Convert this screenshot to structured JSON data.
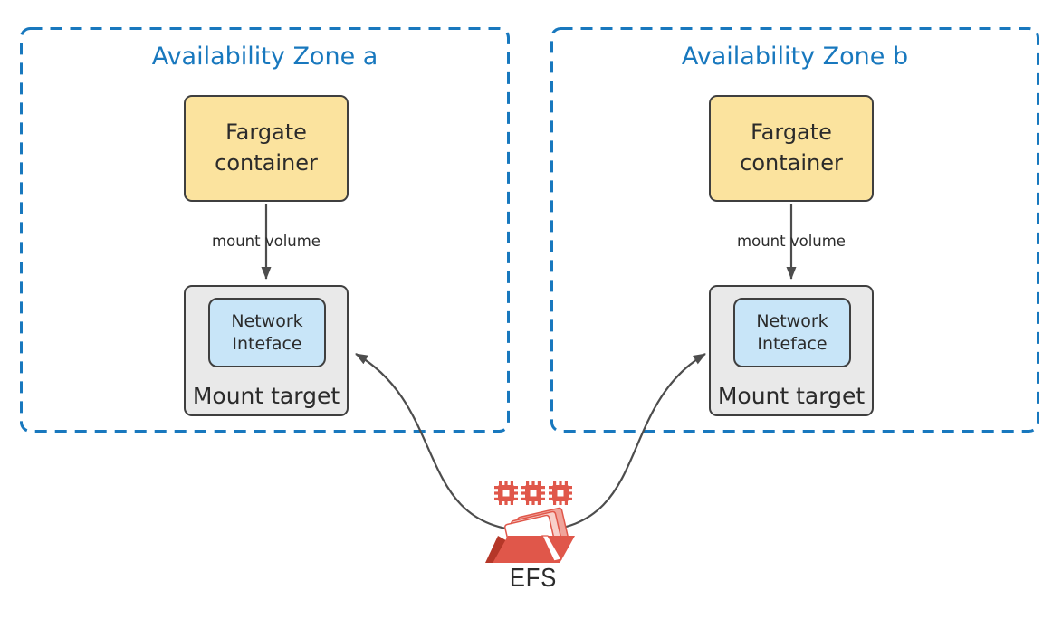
{
  "zones": [
    {
      "title": "Availability Zone a",
      "fargate_label": "Fargate container",
      "mount_volume_label": "mount volume",
      "network_interface_label": "Network Inteface",
      "mount_target_label": "Mount target"
    },
    {
      "title": "Availability Zone b",
      "fargate_label": "Fargate container",
      "mount_volume_label": "mount volume",
      "network_interface_label": "Network Inteface",
      "mount_target_label": "Mount target"
    }
  ],
  "efs": {
    "label": "EFS",
    "icons": [
      "chip-icon",
      "chip-icon",
      "chip-icon",
      "open-folder-icon"
    ]
  },
  "colors": {
    "zone_border": "#1878be",
    "zone_title": "#1878be",
    "fargate_fill": "#fbe39e",
    "mount_fill": "#e9e9e9",
    "nic_fill": "#c8e5f8",
    "box_border": "#3f3f3f",
    "line": "#4d4d4d",
    "text": "#2b2b2b",
    "efs_red": "#e0574a",
    "efs_red_dark": "#b53728",
    "efs_page_pink": "#f0a49b",
    "efs_page_pink_light": "#f8d0ca"
  }
}
